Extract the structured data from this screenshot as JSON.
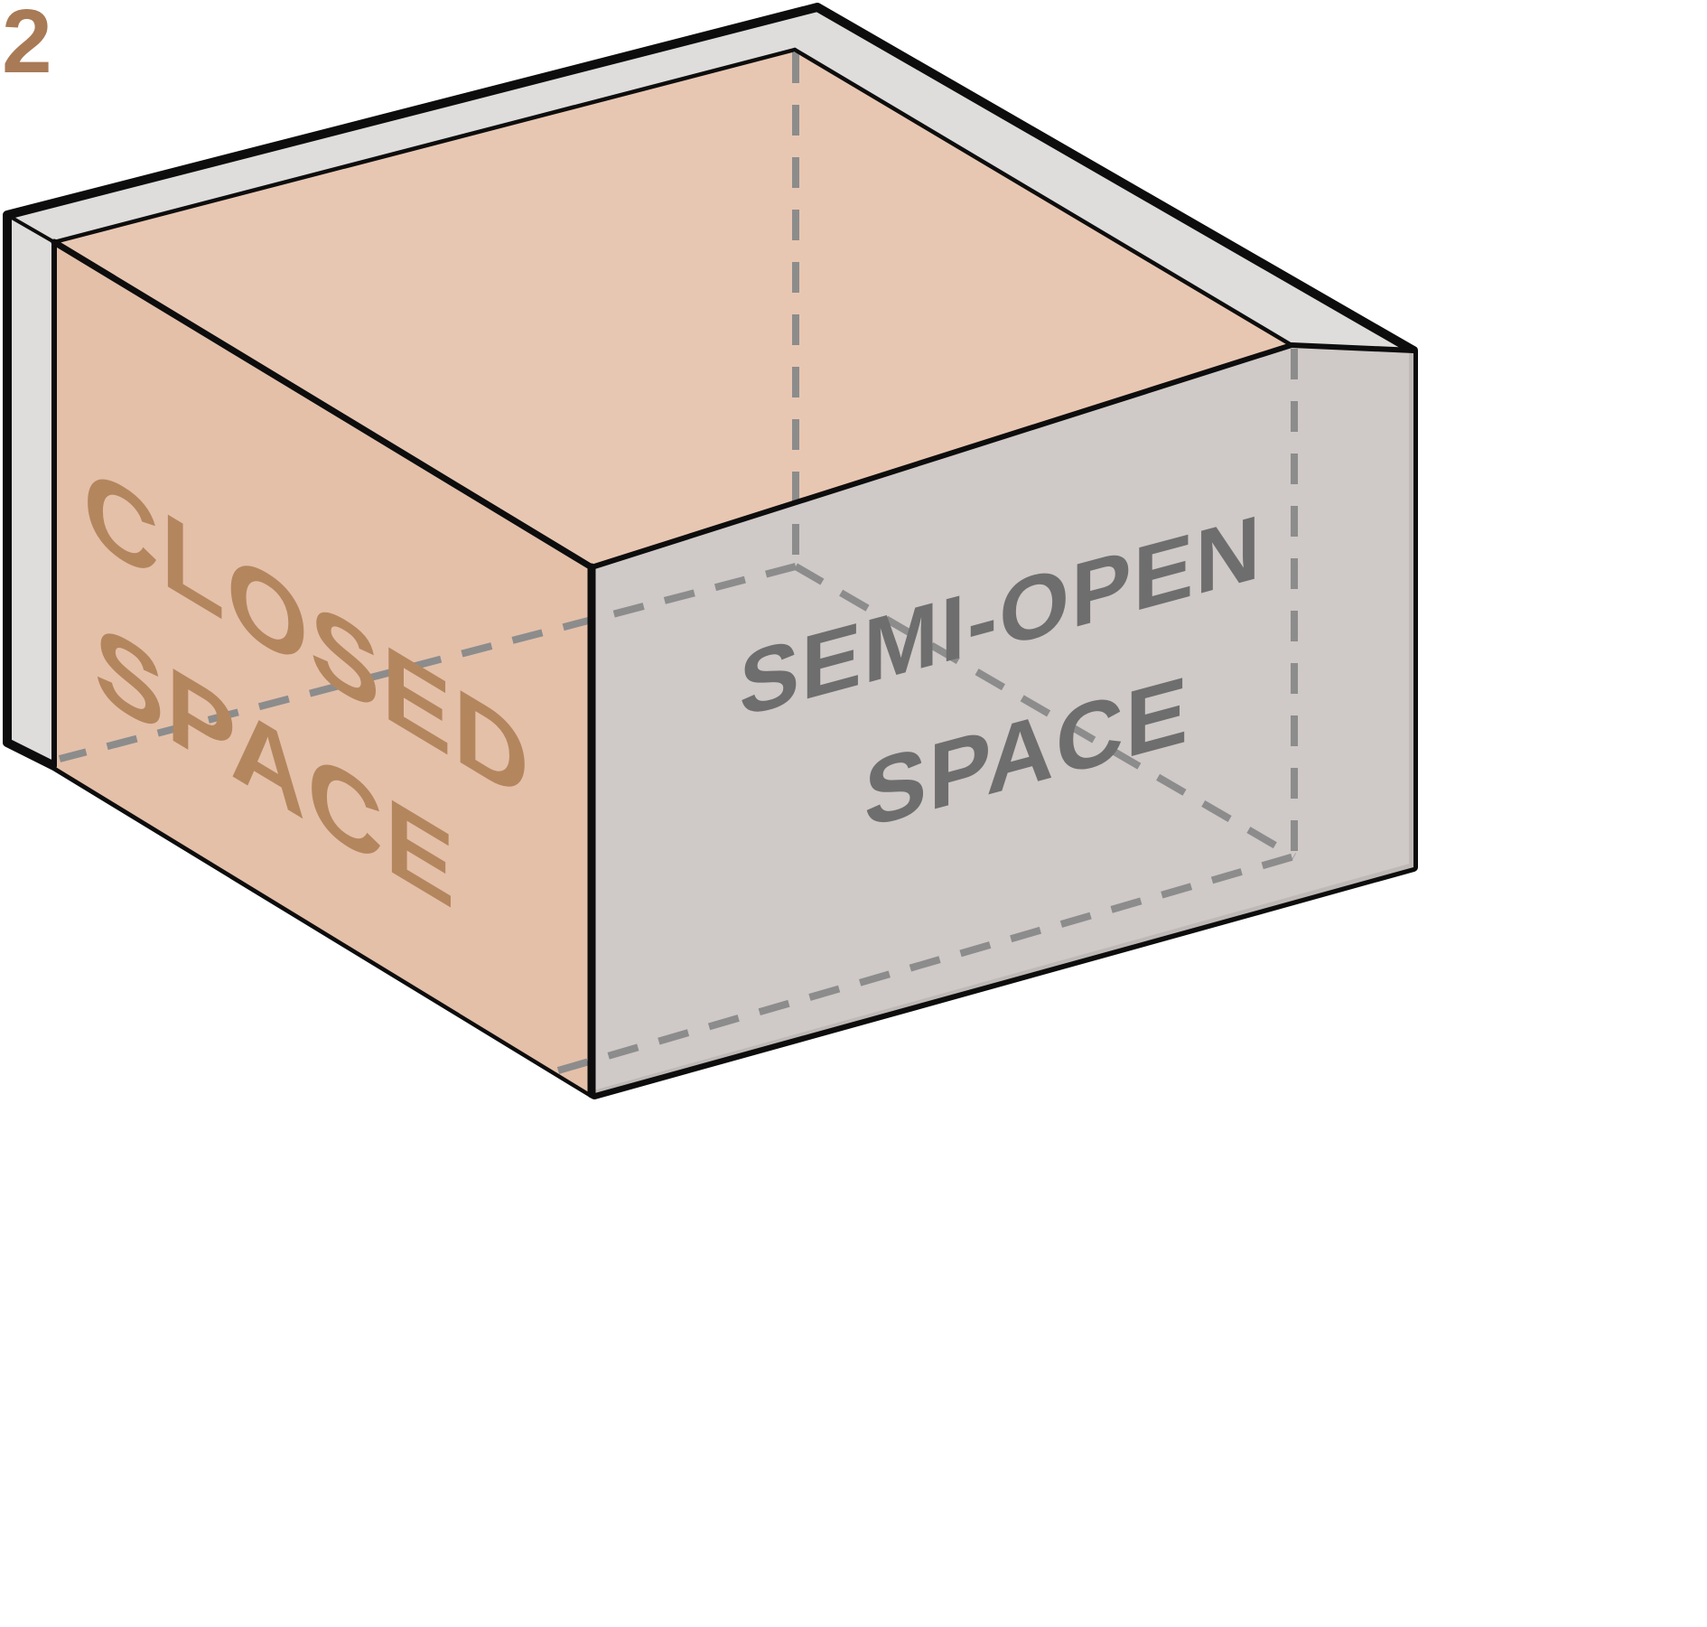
{
  "figure": {
    "number": "2"
  },
  "labels": {
    "closed": {
      "line1": "CLOSED",
      "line2": "SPACE"
    },
    "semi_open": {
      "line1": "SEMI-OPEN",
      "line2": "SPACE"
    }
  },
  "colors": {
    "background": "#ffffff",
    "shell": "#dfdddc",
    "top_face": "#e8c7b2",
    "closed_face": "#e4c0a9",
    "semi_open_face": "#cdc7c4",
    "outline": "#0d0d0d",
    "hidden_edge": "#8c8c8c",
    "closed_text": "#b4865e",
    "semi_open_text": "#6e6e6e",
    "figure_number": "#a87a56"
  },
  "diagram": {
    "type": "axonometric-box",
    "description": "Axonometric volume split into a closed space (opaque tan face) and a semi-open space (translucent grey face) with hidden interior edges dashed"
  }
}
